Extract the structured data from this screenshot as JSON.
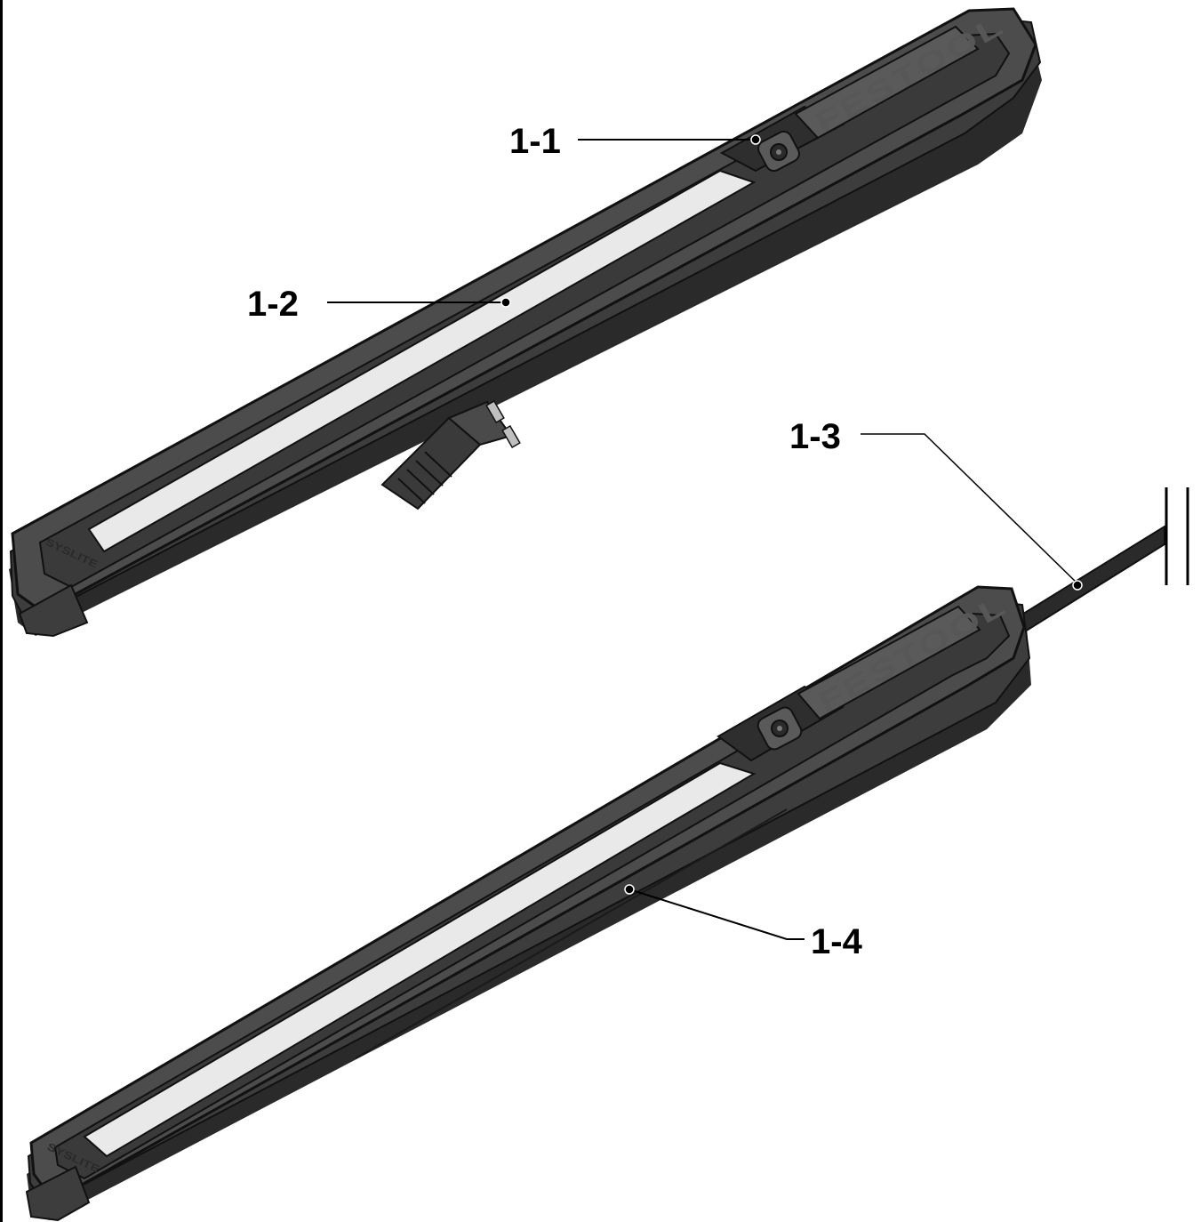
{
  "callouts": [
    {
      "id": "1-1",
      "label": "1-1"
    },
    {
      "id": "1-2",
      "label": "1-2"
    },
    {
      "id": "1-3",
      "label": "1-3"
    },
    {
      "id": "1-4",
      "label": "1-4"
    }
  ],
  "lamps": [
    {
      "brand": "FESTOOL",
      "end_logo": "SYSLITE"
    },
    {
      "brand": "FESTOOL",
      "end_logo": "SYSLITE"
    }
  ],
  "colors": {
    "housing": "#4a4a4a",
    "housing_dark": "#262626",
    "frame": "#383838",
    "light_panel": "#e9e9e9",
    "line": "#000000"
  }
}
